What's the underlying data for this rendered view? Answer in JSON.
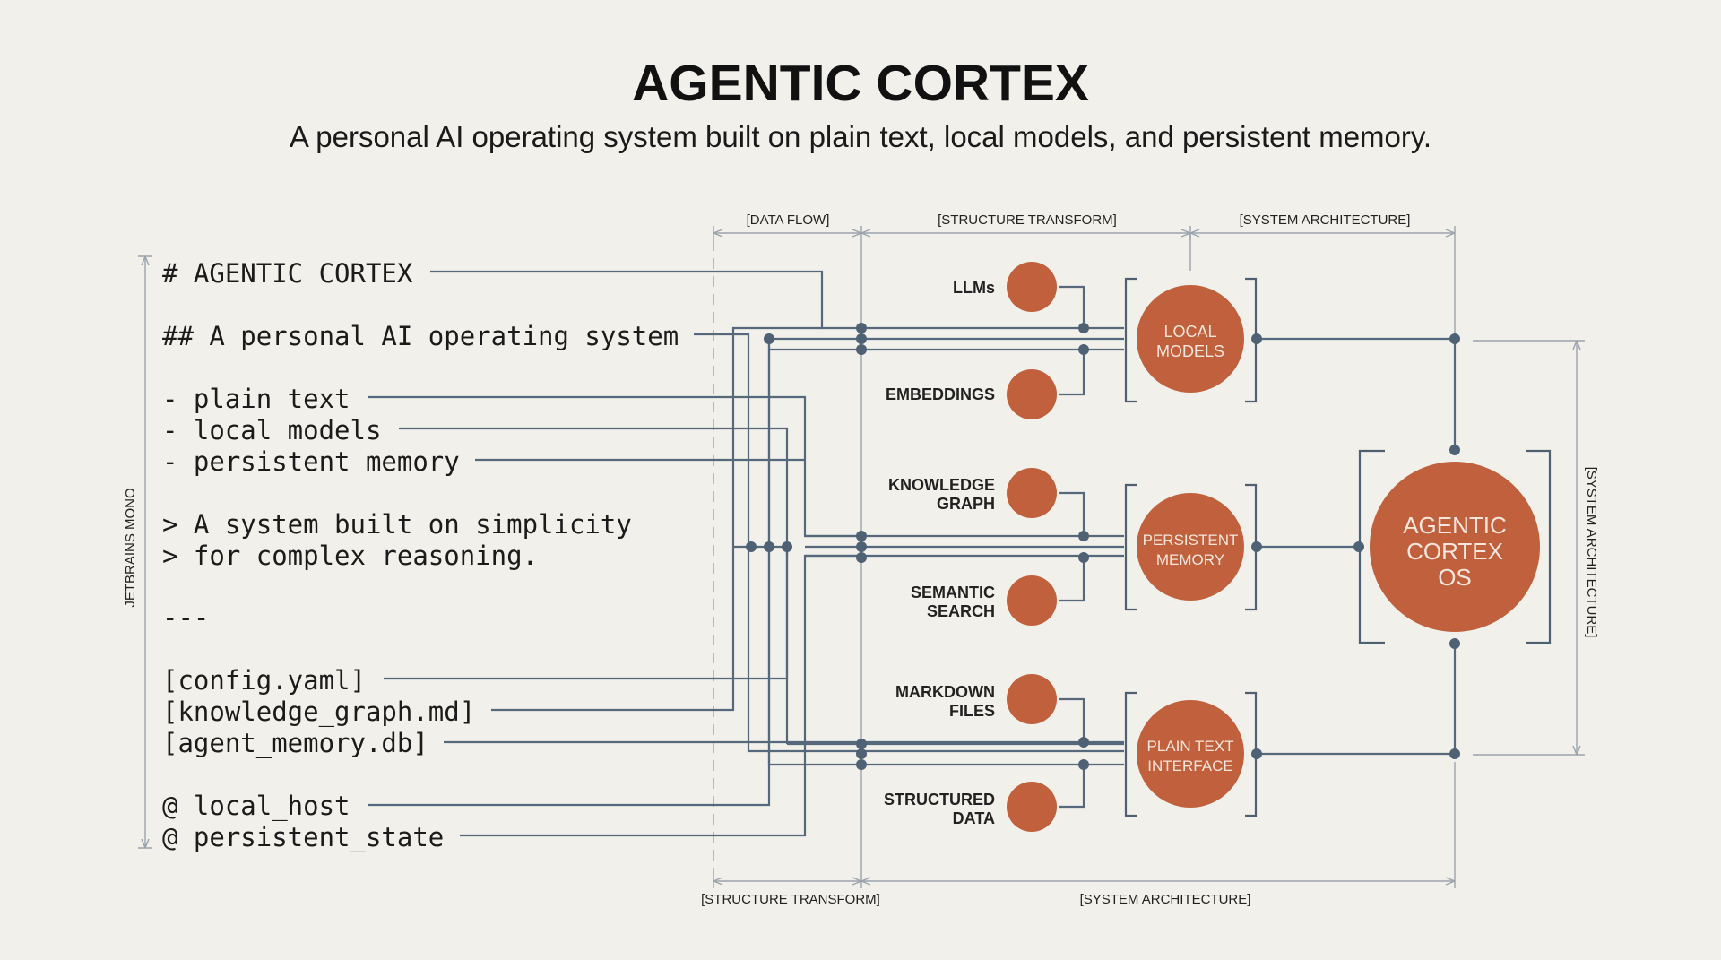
{
  "header": {
    "title": "AGENTIC CORTEX",
    "subtitle": "A personal AI operating system built on plain text, local models, and persistent memory."
  },
  "code_lines": {
    "h1": "# AGENTIC CORTEX",
    "h2": "## A personal AI operating system",
    "li1": "- plain text",
    "li2": "- local models",
    "li3": "- persistent memory",
    "q1": "> A system built on simplicity",
    "q2": "> for complex reasoning.",
    "hr": "---",
    "f1": "[config.yaml]",
    "f2": "[knowledge_graph.md]",
    "f3": "[agent_memory.db]",
    "a1": "@ local_host",
    "a2": "@ persistent_state"
  },
  "side_label": "JETBRAINS MONO",
  "dimension_labels": {
    "top_data_flow": "[DATA FLOW]",
    "top_structure": "[STRUCTURE TRANSFORM]",
    "top_system": "[SYSTEM ARCHITECTURE]",
    "bottom_structure": "[STRUCTURE TRANSFORM]",
    "bottom_system": "[SYSTEM ARCHITECTURE]",
    "right_system": "[SYSTEM ARCHITECTURE]"
  },
  "inputs": {
    "llms": [
      "LLMs"
    ],
    "embeddings": [
      "EMBEDDINGS"
    ],
    "knowledge_graph": [
      "KNOWLEDGE",
      "GRAPH"
    ],
    "semantic_search": [
      "SEMANTIC",
      "SEARCH"
    ],
    "markdown_files": [
      "MARKDOWN",
      "FILES"
    ],
    "structured_data": [
      "STRUCTURED",
      "DATA"
    ]
  },
  "modules": {
    "local_models": [
      "LOCAL",
      "MODELS"
    ],
    "persistent_memory": [
      "PERSISTENT",
      "MEMORY"
    ],
    "plain_text_interface": [
      "PLAIN TEXT",
      "INTERFACE"
    ]
  },
  "core": [
    "AGENTIC",
    "CORTEX",
    "OS"
  ],
  "colors": {
    "background": "#f2f0ea",
    "node_fill": "#c0603d",
    "wire": "#56687c",
    "dimension": "#9aa3ad"
  }
}
